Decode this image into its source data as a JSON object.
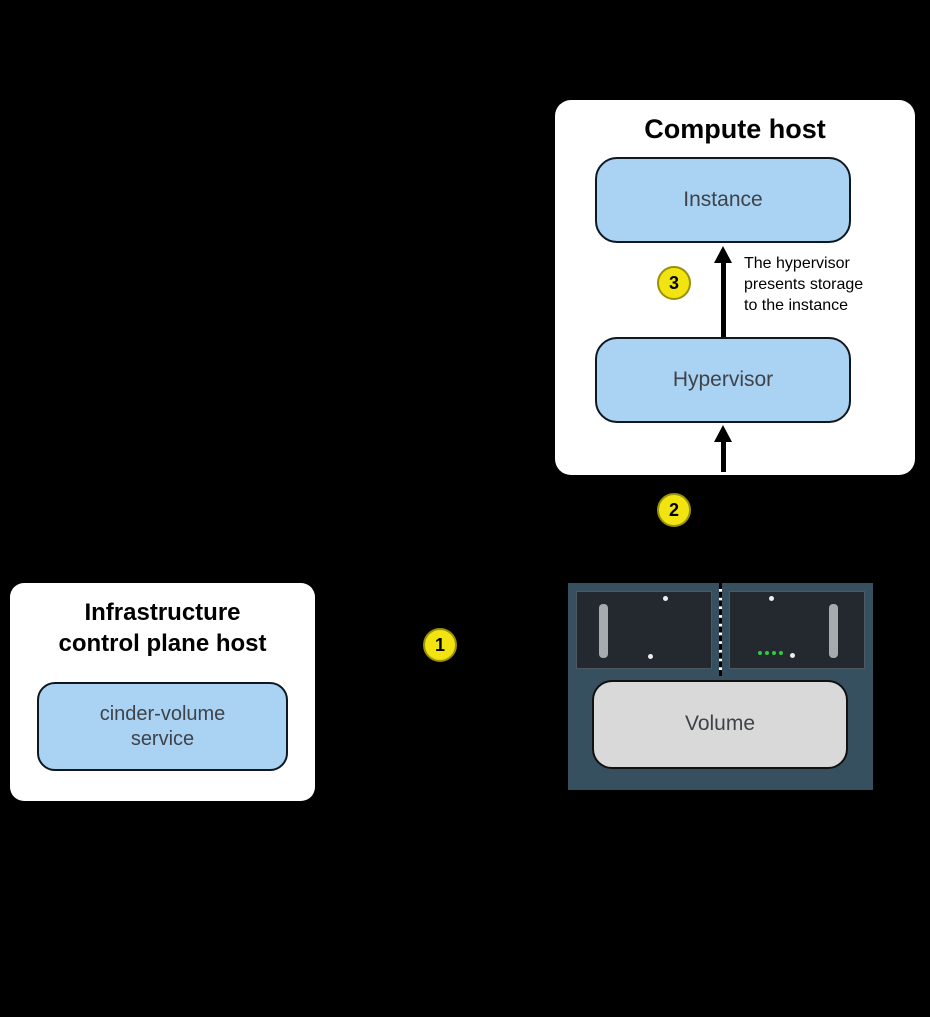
{
  "compute_host": {
    "title": "Compute host",
    "instance_label": "Instance",
    "hypervisor_label": "Hypervisor",
    "annotation": "The hypervisor\npresents storage\nto the instance"
  },
  "control_plane_host": {
    "title": "Infrastructure\ncontrol plane host",
    "service_label": "cinder-volume\nservice"
  },
  "storage_array": {
    "volume_label": "Volume"
  },
  "steps": [
    {
      "label": "1"
    },
    {
      "label": "2"
    },
    {
      "label": "3"
    }
  ],
  "colors": {
    "background": "#000000",
    "host_box": "#ffffff",
    "component_fill": "#a9d2f3",
    "component_border": "#0f1720",
    "badge_fill": "#f2e410",
    "volume_fill": "#d9d9d9",
    "chassis_fill": "#36505f",
    "drive_bay_fill": "#23292f",
    "led_green": "#2ecc40",
    "arrow": "#000000"
  }
}
